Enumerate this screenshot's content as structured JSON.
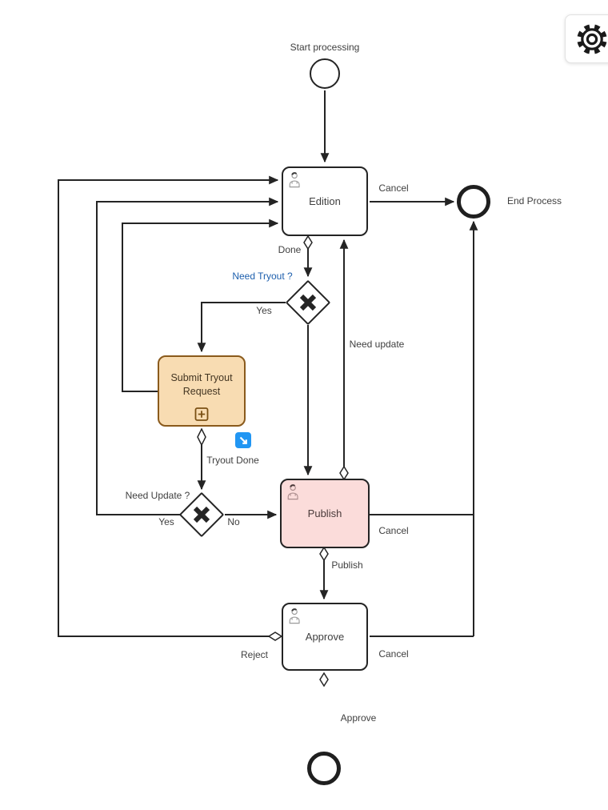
{
  "header": {
    "settings_button": {
      "icon": "gear-icon"
    }
  },
  "colors": {
    "line": "#242424",
    "task_stroke": "#242424",
    "orange_fill": "#F8DCB2",
    "orange_stroke": "#8A5A1C",
    "pink_fill": "#FBDCDA",
    "blue_label": "#1D5FAD",
    "badge_blue": "#2196F3",
    "background": "#FFFFFF"
  },
  "diagram": {
    "events": {
      "start": {
        "label": "Start processing",
        "type": "start-event"
      },
      "end_process": {
        "label": "End Process",
        "type": "end-event"
      },
      "end_final": {
        "label": "",
        "type": "end-event"
      }
    },
    "tasks": {
      "edition": {
        "label": "Edition",
        "type": "user-task"
      },
      "submit_tryout": {
        "label": "Submit Tryout Request",
        "type": "collapsed-subprocess"
      },
      "publish": {
        "label": "Publish",
        "type": "user-task"
      },
      "approve": {
        "label": "Approve",
        "type": "user-task"
      }
    },
    "gateways": {
      "need_tryout": {
        "label": "Need Tryout ?",
        "type": "exclusive-gateway"
      },
      "need_update": {
        "label": "Need Update ?",
        "type": "exclusive-gateway"
      }
    },
    "flow_labels": {
      "cancel_edition": "Cancel",
      "done": "Done",
      "yes_tryout": "Yes",
      "tryout_done": "Tryout Done",
      "need_update_flow": "Need update",
      "yes_update": "Yes",
      "no_update": "No",
      "cancel_publish": "Cancel",
      "publish_flow": "Publish",
      "reject": "Reject",
      "cancel_approve": "Cancel",
      "approve_flow": "Approve"
    }
  }
}
